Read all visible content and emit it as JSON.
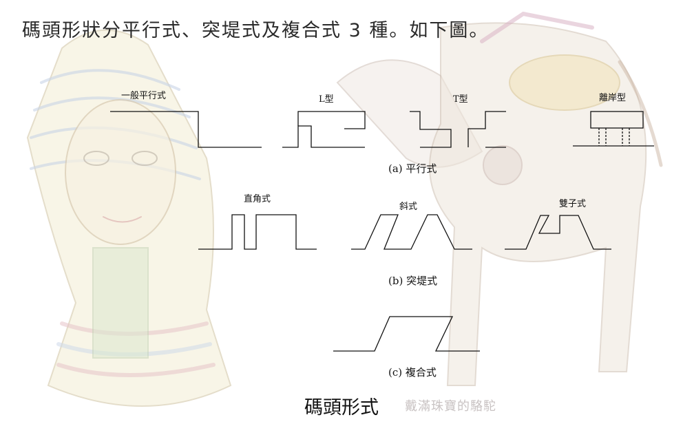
{
  "intro_text": "碼頭形狀分平行式、突堤式及複合式 3 種。如下圖。",
  "main_title": "碼頭形式",
  "watermark": "戴滿珠寶的駱駝",
  "colors": {
    "lines": "#111111",
    "watermark": "#c9c3c3"
  },
  "background": {
    "left_image": "pharaoh-mask-drawing",
    "right_image": "camel-drawing"
  },
  "parallel": {
    "caption": "(a) 平行式",
    "types": [
      {
        "label": "一般平行式"
      },
      {
        "label": "L型"
      },
      {
        "label": "T型"
      },
      {
        "label": "離岸型"
      }
    ]
  },
  "jetty": {
    "caption": "(b) 突堤式",
    "types": [
      {
        "label": "直角式"
      },
      {
        "label": "斜式"
      },
      {
        "label": "雙子式"
      }
    ]
  },
  "composite": {
    "caption": "(c) 複合式"
  }
}
